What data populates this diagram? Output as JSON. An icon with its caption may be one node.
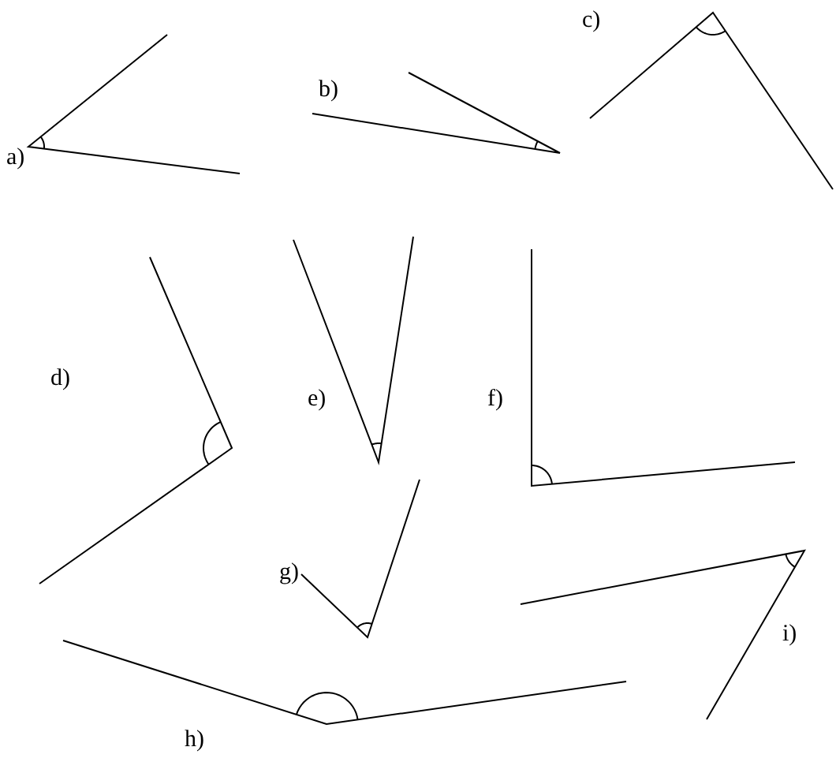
{
  "diagram": {
    "labels": [
      "a)",
      "b)",
      "c)",
      "d)",
      "e)",
      "f)",
      "g)",
      "h)",
      "i)"
    ]
  }
}
